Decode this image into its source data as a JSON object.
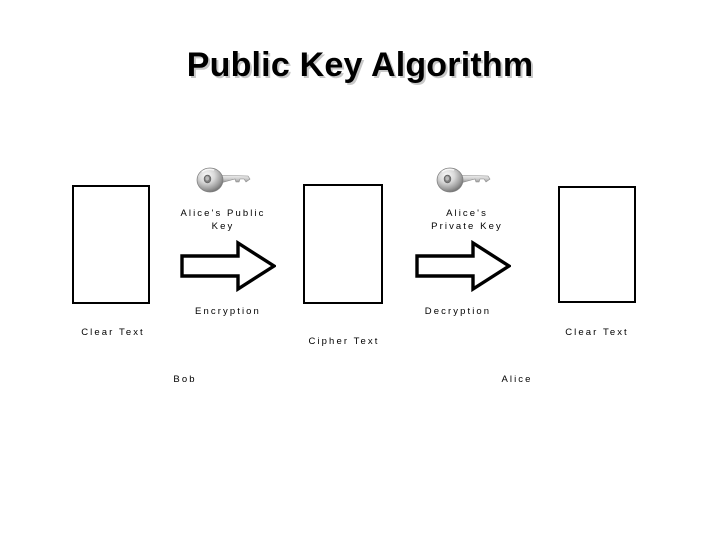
{
  "slide": {
    "title": "Public Key Algorithm",
    "background_color": "#ffffff",
    "text_color": "#000000",
    "title_shadow_color": "#c8c8c8"
  },
  "diagram": {
    "type": "flow",
    "boxes": [
      {
        "name": "plaintext-left",
        "label": "C l e a r  T e x t",
        "plain": "Clear Text"
      },
      {
        "name": "ciphertext",
        "label": "C i p h e r  T e x t",
        "plain": "Cipher Text"
      },
      {
        "name": "plaintext-right",
        "label": "C l e a r  T e x t",
        "plain": "Clear Text"
      }
    ],
    "box_labels": {
      "clear_text_left": "Clear Text",
      "cipher_text": "Cipher Text",
      "clear_text_right": "Clear Text"
    },
    "operations": {
      "encryption": "Encryption",
      "decryption": "Decryption"
    },
    "keys": [
      {
        "name": "alices-public-key",
        "line1": "Alice's Public",
        "line2": "Key",
        "icon": "key-icon",
        "color": "#b0b0b0"
      },
      {
        "name": "alices-private-key",
        "line1": "Alice's",
        "line2": "Private Key",
        "icon": "key-icon",
        "color": "#b0b0b0"
      }
    ],
    "actors": {
      "sender": "Bob",
      "receiver": "Alice"
    },
    "arrows": [
      {
        "name": "encrypt-arrow",
        "direction": "right",
        "fill": "#ffffff",
        "stroke": "#000000"
      },
      {
        "name": "decrypt-arrow",
        "direction": "right",
        "fill": "#ffffff",
        "stroke": "#000000"
      }
    ]
  }
}
